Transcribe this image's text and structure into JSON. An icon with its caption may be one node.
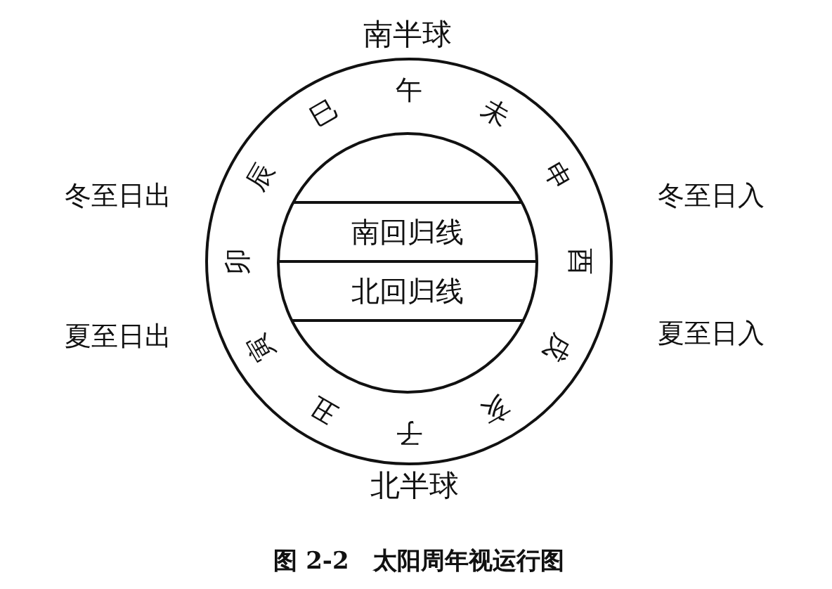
{
  "diagram": {
    "caption": "图 2-2　太阳周年视运行图",
    "nodes": [
      {
        "text": [
          "巳",
          "午",
          "未",
          "申",
          "酉",
          "戌",
          "亥",
          "子",
          "丑",
          "寅",
          "卯",
          "辰"
        ]
      },
      {
        "text": [],
        "shape": "circle",
        "in": 0
      },
      {
        "text": [
          "南回归线"
        ],
        "in": 1
      },
      {
        "text": [
          "北回归线"
        ],
        "in": 1
      }
    ],
    "edges": [],
    "labels": [
      "南半球",
      "冬至日出",
      "冬至日入",
      "夏至日出",
      "夏至日入",
      "北半球"
    ]
  }
}
